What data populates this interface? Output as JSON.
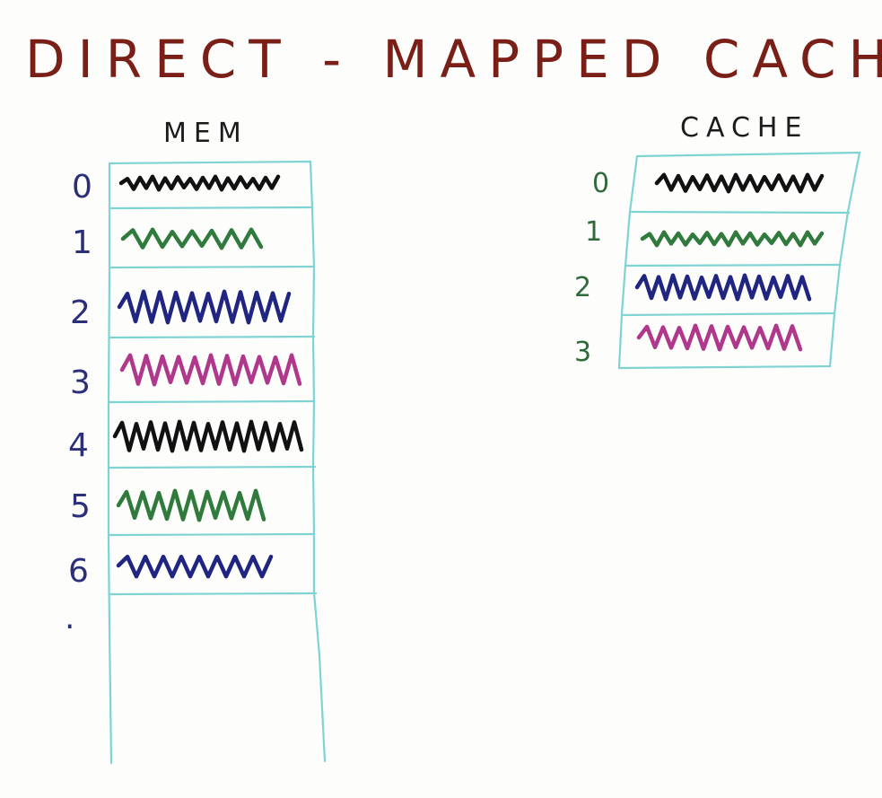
{
  "title": "DIRECT - MAPPED   CACHE",
  "memory": {
    "header": "MEM",
    "row_labels": [
      "0",
      "1",
      "2",
      "3",
      "4",
      "5",
      "6",
      "."
    ],
    "row_colors": [
      "#111111",
      "#2f7a3c",
      "#1f2580",
      "#b0388c",
      "#111111",
      "#2f7a3c",
      "#1f2580"
    ]
  },
  "cache": {
    "header": "CACHE",
    "row_labels": [
      "0",
      "1",
      "2",
      "3"
    ],
    "row_colors": [
      "#111111",
      "#2f7a3c",
      "#1f2580",
      "#b0388c"
    ]
  }
}
